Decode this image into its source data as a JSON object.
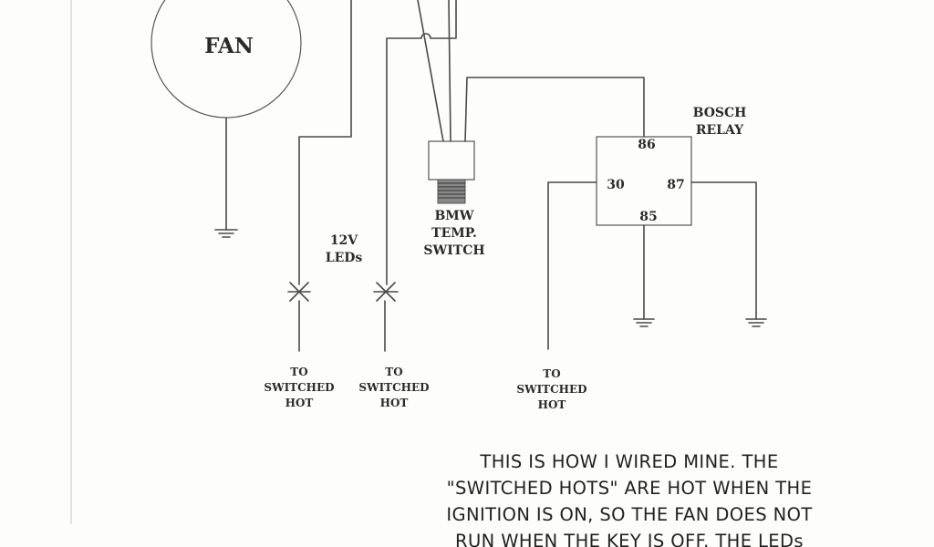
{
  "labels": {
    "fan": "FAN",
    "leds_voltage": "12V",
    "leds": "LEDs",
    "switch_line1": "BMW",
    "switch_line2": "TEMP.",
    "switch_line3": "SWITCH",
    "relay_line1": "BOSCH",
    "relay_line2": "RELAY",
    "pin_86": "86",
    "pin_30": "30",
    "pin_87": "87",
    "pin_85": "85",
    "hot1_line1": "TO",
    "hot1_line2": "SWITCHED",
    "hot1_line3": "HOT",
    "hot2_line1": "TO",
    "hot2_line2": "SWITCHED",
    "hot2_line3": "HOT",
    "hot3_line1": "TO",
    "hot3_line2": "SWITCHED",
    "hot3_line3": "HOT"
  },
  "note": {
    "line1": "THIS IS HOW I WIRED MINE.  THE",
    "line2": "\"SWITCHED HOTS\" ARE HOT WHEN THE",
    "line3": "IGNITION IS ON, SO THE FAN DOES NOT",
    "line4": "RUN WHEN THE KEY IS OFF. THE LEDs"
  },
  "colors": {
    "ink": "#4a4a4a",
    "paper": "#fdfdfb"
  }
}
